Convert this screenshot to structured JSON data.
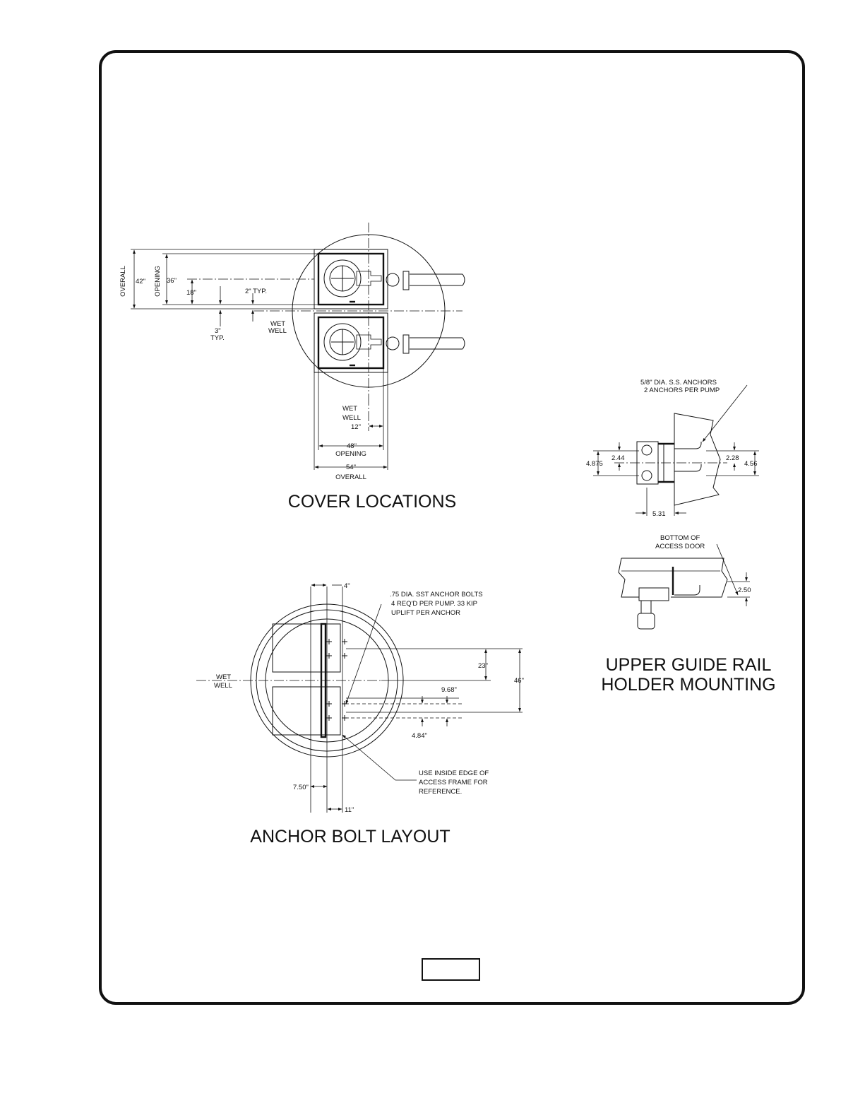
{
  "cover_locations": {
    "title": "COVER LOCATIONS",
    "dim_overall_v_label": "OVERALL",
    "dim_overall_v_value": "42\"",
    "dim_opening_v_label": "OPENING",
    "dim_opening_v_value": "36\"",
    "dim_18": "18\"",
    "dim_2_typ": "2\"  TYP.",
    "dim_3": "3\"",
    "dim_3_typ": "TYP.",
    "wet_well_1_line1": "WET",
    "wet_well_1_line2": "WELL",
    "wet_well_2_line1": "WET",
    "wet_well_2_line2": "WELL",
    "dim_12": "12\"",
    "dim_48": "48\"",
    "dim_48_label": "OPENING",
    "dim_54": "54\"",
    "dim_54_label": "OVERALL"
  },
  "anchor_bolt_layout": {
    "title": "ANCHOR BOLT LAYOUT",
    "dim_4": "4\"",
    "note_line1": ".75 DIA. SST ANCHOR BOLTS",
    "note_line2": "4 REQ'D PER PUMP. 33 KIP",
    "note_line3": "UPLIFT PER ANCHOR",
    "wet_well_line1": "WET",
    "wet_well_line2": "WELL",
    "dim_23": "23\"",
    "dim_46": "46\"",
    "dim_9_68": "9.68\"",
    "dim_4_84": "4.84\"",
    "dim_7_50": "7.50\"",
    "dim_11": "11\"",
    "ref_line1": "USE INSIDE EDGE OF",
    "ref_line2": "ACCESS FRAME FOR",
    "ref_line3": "REFERENCE."
  },
  "upper_guide_rail": {
    "title_line1": "UPPER GUIDE RAIL",
    "title_line2": "HOLDER MOUNTING",
    "anchor_note_line1": "5/8\" DIA. S.S. ANCHORS",
    "anchor_note_line2": "2 ANCHORS PER PUMP",
    "dim_4_875": "4.875",
    "dim_2_44": "2.44",
    "dim_2_28": "2.28",
    "dim_4_56": "4.56",
    "dim_5_31": "5.31",
    "door_note_line1": "BOTTOM OF",
    "door_note_line2": "ACCESS DOOR",
    "dim_2_50": "2.50"
  },
  "page_number": ""
}
